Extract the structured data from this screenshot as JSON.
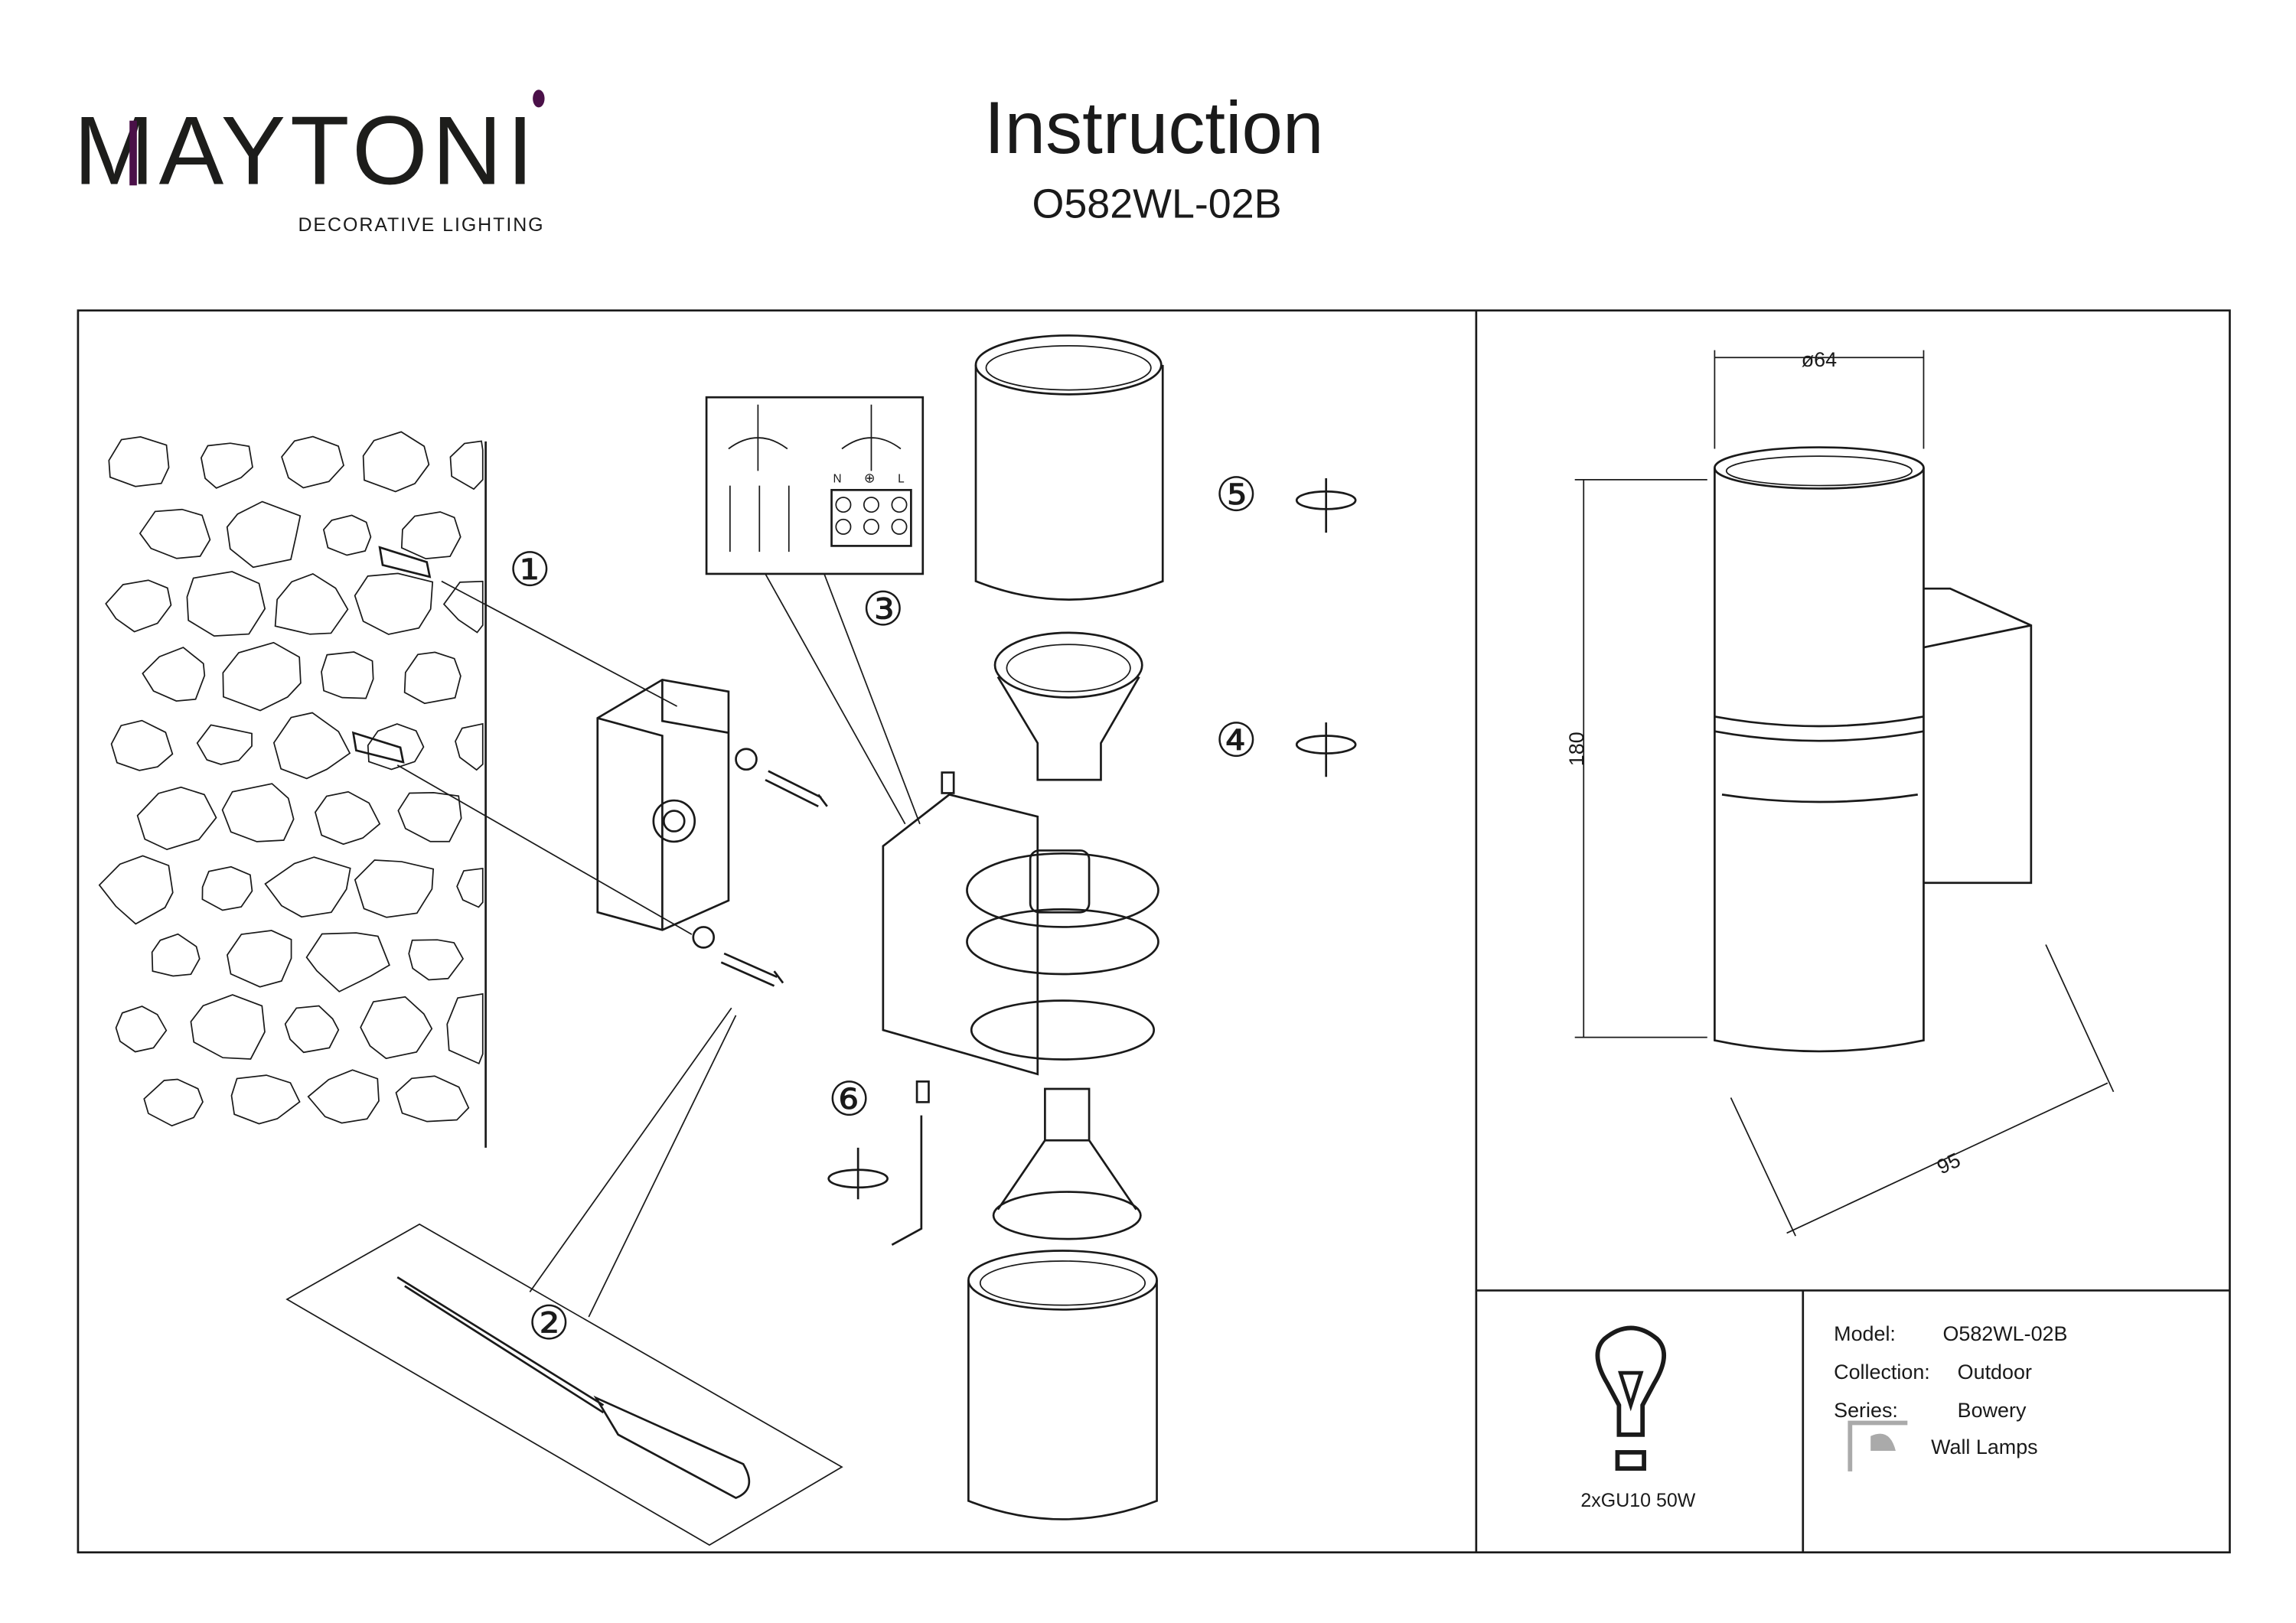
{
  "brand": {
    "logo_text": "MAYTONI",
    "tagline": "DECORATIVE LIGHTING",
    "accent_color": "#4a1048"
  },
  "header": {
    "title": "Instruction",
    "model": "O582WL-02B"
  },
  "steps": [
    "①",
    "②",
    "③",
    "④",
    "⑤",
    "⑥"
  ],
  "wiring": {
    "labels": [
      "N",
      "⊕",
      "L"
    ]
  },
  "dimensions": {
    "diameter": "ø64",
    "height": "180",
    "depth": "95"
  },
  "bulb": {
    "icon": "light-bulb-icon",
    "spec": "2xGU10 50W"
  },
  "info": {
    "model_label": "Model:",
    "model_value": "O582WL-02B",
    "collection_label": "Collection:",
    "collection_value": "Outdoor",
    "series_label": "Series:",
    "series_value": "Bowery",
    "type_icon": "wall-lamp-icon",
    "type_value": "Wall Lamps"
  }
}
